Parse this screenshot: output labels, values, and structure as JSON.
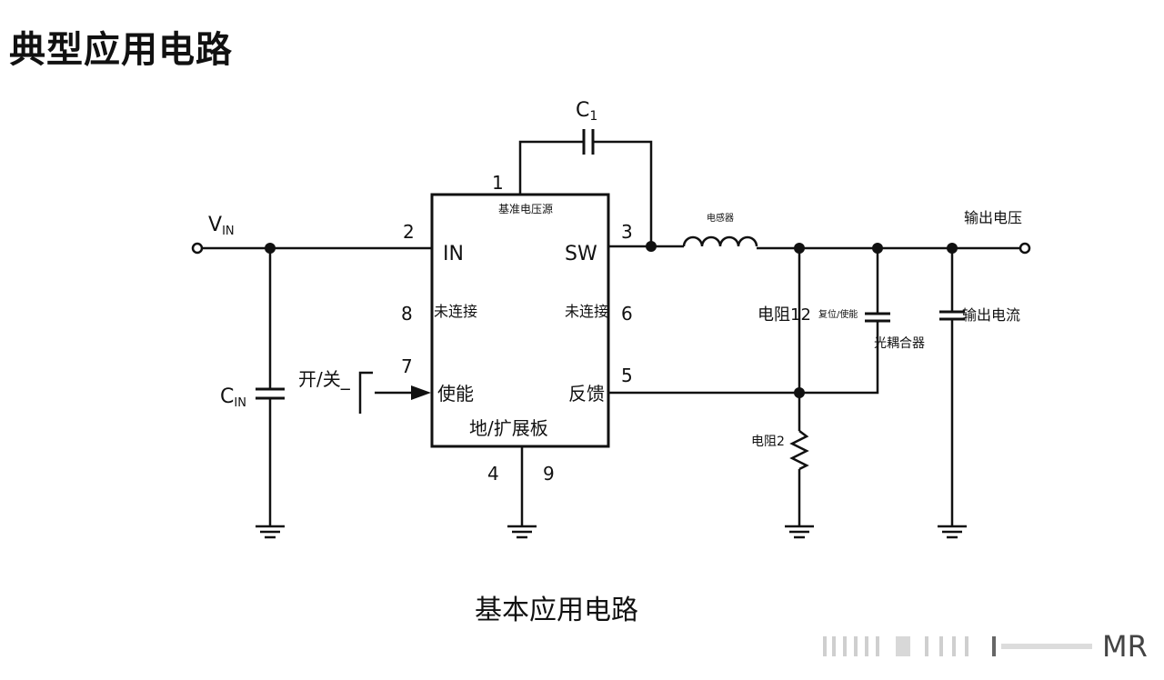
{
  "title": "典型应用电路",
  "caption": "基本应用电路",
  "watermark": "MR",
  "ic": {
    "top_label": "基准电压源",
    "bottom_label": "地/扩展板",
    "pins": {
      "p1": "1",
      "p2": "2",
      "p3": "3",
      "p4": "4",
      "p5": "5",
      "p6": "6",
      "p7": "7",
      "p8": "8",
      "p9": "9"
    },
    "left": {
      "in": "IN",
      "nc": "未连接",
      "en": "使能"
    },
    "right": {
      "sw": "SW",
      "nc": "未连接",
      "fb": "反馈"
    }
  },
  "components": {
    "c1": "C",
    "c1_sub": "1",
    "vin": "V",
    "vin_sub": "IN",
    "cin": "C",
    "cin_sub": "IN",
    "switch": "开/关_",
    "inductor": "电感器",
    "vout": "输出电压",
    "r1": "电阻12",
    "reset": "复位/使能",
    "optocoupler": "光耦合器",
    "r2": "电阻2",
    "cout": "输出电流"
  }
}
